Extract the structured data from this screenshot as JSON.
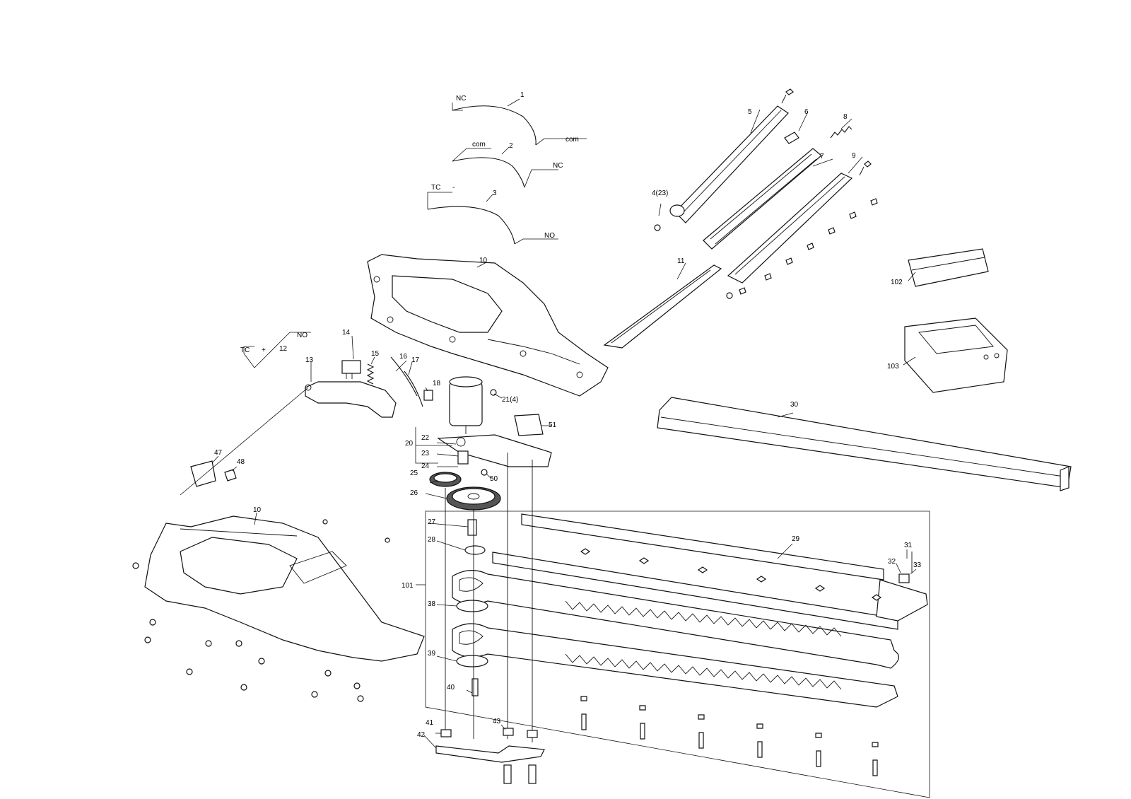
{
  "diagram": {
    "callouts": [
      {
        "id": "c1",
        "text": "1"
      },
      {
        "id": "c2",
        "text": "2"
      },
      {
        "id": "c3",
        "text": "3"
      },
      {
        "id": "c4",
        "text": "4(23)"
      },
      {
        "id": "c5",
        "text": "5"
      },
      {
        "id": "c6",
        "text": "6"
      },
      {
        "id": "c7",
        "text": "7"
      },
      {
        "id": "c8",
        "text": "8"
      },
      {
        "id": "c9",
        "text": "9"
      },
      {
        "id": "c10a",
        "text": "10"
      },
      {
        "id": "c10b",
        "text": "10"
      },
      {
        "id": "c11",
        "text": "11"
      },
      {
        "id": "c12",
        "text": "12"
      },
      {
        "id": "c13",
        "text": "13"
      },
      {
        "id": "c14",
        "text": "14"
      },
      {
        "id": "c15",
        "text": "15"
      },
      {
        "id": "c16",
        "text": "16"
      },
      {
        "id": "c17",
        "text": "17"
      },
      {
        "id": "c18",
        "text": "18"
      },
      {
        "id": "c20",
        "text": "20"
      },
      {
        "id": "c21",
        "text": "21(4)"
      },
      {
        "id": "c22",
        "text": "22"
      },
      {
        "id": "c23",
        "text": "23"
      },
      {
        "id": "c24",
        "text": "24"
      },
      {
        "id": "c25",
        "text": "25"
      },
      {
        "id": "c26",
        "text": "26"
      },
      {
        "id": "c27",
        "text": "27"
      },
      {
        "id": "c28",
        "text": "28"
      },
      {
        "id": "c29",
        "text": "29"
      },
      {
        "id": "c30",
        "text": "30"
      },
      {
        "id": "c31",
        "text": "31"
      },
      {
        "id": "c32",
        "text": "32"
      },
      {
        "id": "c33",
        "text": "33"
      },
      {
        "id": "c38",
        "text": "38"
      },
      {
        "id": "c39",
        "text": "39"
      },
      {
        "id": "c40",
        "text": "40"
      },
      {
        "id": "c41",
        "text": "41"
      },
      {
        "id": "c42",
        "text": "42"
      },
      {
        "id": "c43",
        "text": "43"
      },
      {
        "id": "c47",
        "text": "47"
      },
      {
        "id": "c48",
        "text": "48"
      },
      {
        "id": "c50",
        "text": "50"
      },
      {
        "id": "c51",
        "text": "51"
      },
      {
        "id": "c101",
        "text": "101"
      },
      {
        "id": "c102",
        "text": "102"
      },
      {
        "id": "c103",
        "text": "103"
      }
    ],
    "wire_labels": [
      {
        "id": "w1",
        "text": "NC"
      },
      {
        "id": "w2",
        "text": "com"
      },
      {
        "id": "w3",
        "text": "com"
      },
      {
        "id": "w4",
        "text": "NC"
      },
      {
        "id": "w5",
        "text": "TC"
      },
      {
        "id": "w6",
        "text": "-"
      },
      {
        "id": "w7",
        "text": "NO"
      },
      {
        "id": "w8",
        "text": "TC"
      },
      {
        "id": "w9",
        "text": "+"
      },
      {
        "id": "w10",
        "text": "NO"
      }
    ]
  }
}
